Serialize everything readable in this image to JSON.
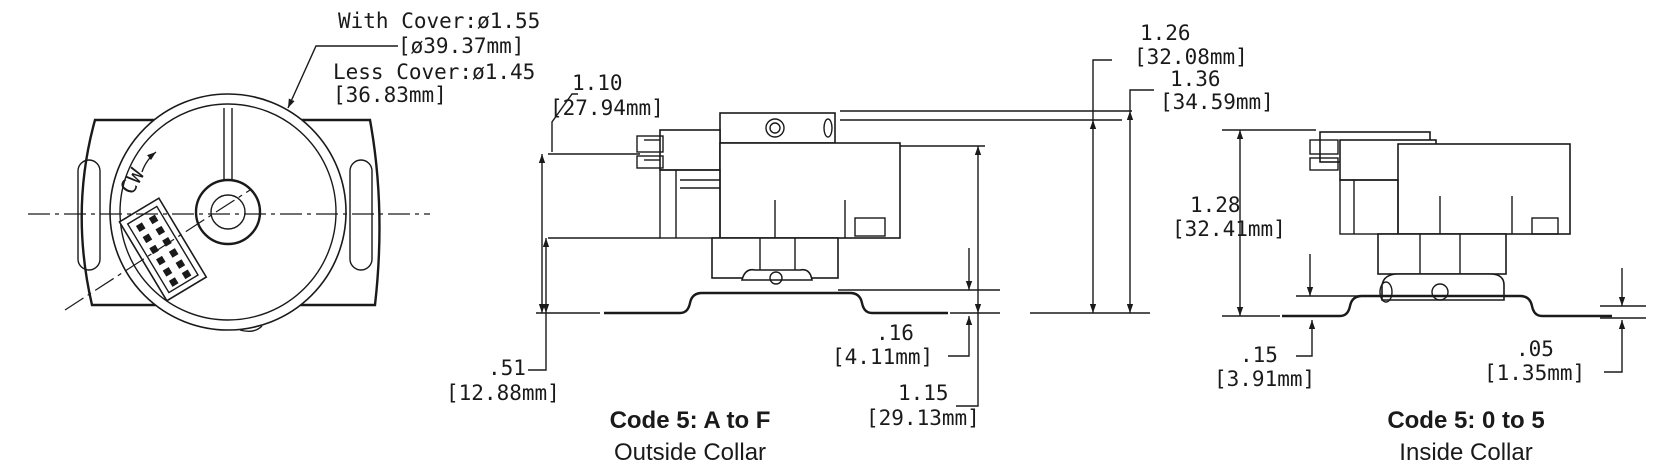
{
  "top_view": {
    "cover_with_label": "With Cover:ø1.55",
    "cover_with_mm": "[ø39.37mm]",
    "cover_less_label": "Less Cover:ø1.45",
    "cover_less_mm": "[36.83mm]",
    "rotation_marker": "CW"
  },
  "view_a": {
    "dim_110": "1.10",
    "dim_110_mm": "[27.94mm]",
    "dim_126": "1.26",
    "dim_126_mm": "[32.08mm]",
    "dim_136": "1.36",
    "dim_136_mm": "[34.59mm]",
    "dim_051": ".51",
    "dim_051_mm": "[12.88mm]",
    "dim_016": ".16",
    "dim_016_mm": "[4.11mm]",
    "dim_115": "1.15",
    "dim_115_mm": "[29.13mm]",
    "caption_title": "Code 5: A to F",
    "caption_sub": "Outside Collar"
  },
  "view_b": {
    "dim_128": "1.28",
    "dim_128_mm": "[32.41mm]",
    "dim_015": ".15",
    "dim_015_mm": "[3.91mm]",
    "dim_005": ".05",
    "dim_005_mm": "[1.35mm]",
    "caption_title": "Code 5: 0 to 5",
    "caption_sub": "Inside Collar"
  }
}
